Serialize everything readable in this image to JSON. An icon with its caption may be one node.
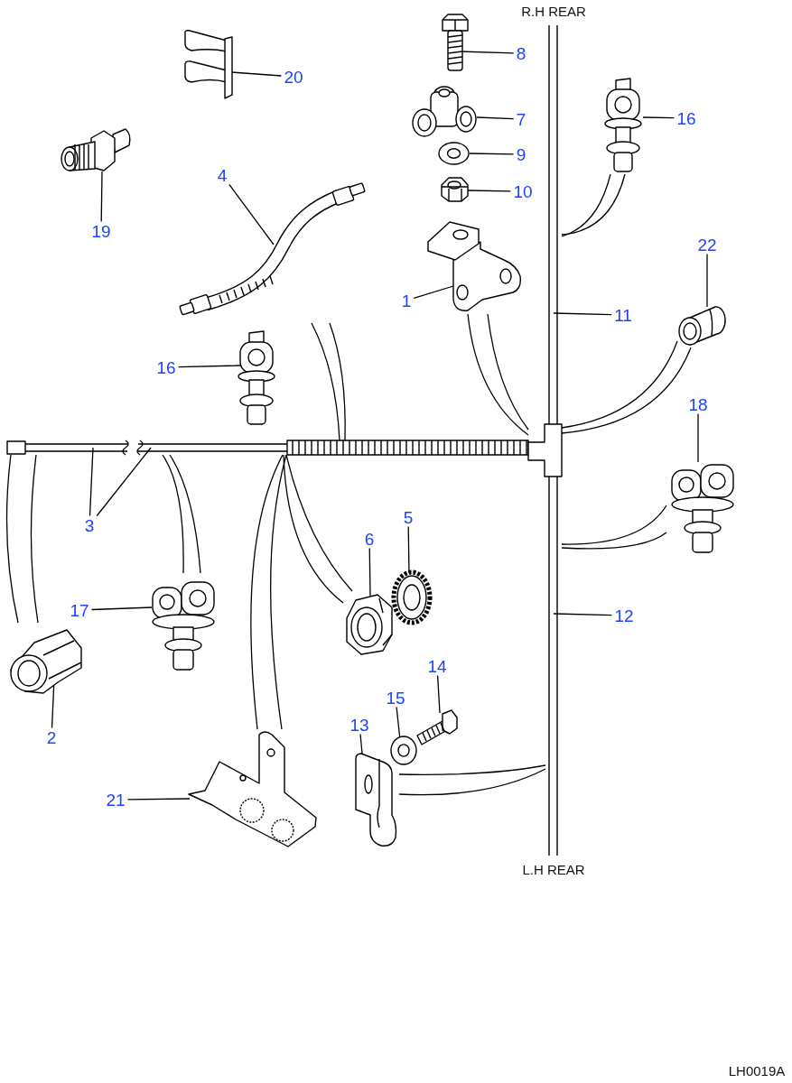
{
  "diagram": {
    "nodes": [
      {
        "text": [
          "8"
        ]
      },
      {
        "text": [],
        "shape": "picture"
      },
      {
        "text": [
          "20"
        ]
      },
      {
        "text": [],
        "shape": "picture"
      },
      {
        "text": [
          "7"
        ]
      },
      {
        "text": [],
        "shape": "picture"
      },
      {
        "text": [
          "16"
        ]
      },
      {
        "text": [],
        "shape": "picture"
      },
      {
        "text": [
          "9"
        ]
      },
      {
        "text": [],
        "shape": "picture"
      },
      {
        "text": [
          "10"
        ]
      },
      {
        "text": [],
        "shape": "picture"
      },
      {
        "text": [
          "19"
        ]
      },
      {
        "text": [],
        "shape": "picture"
      },
      {
        "text": [
          "4"
        ]
      },
      {
        "text": [],
        "shape": "picture"
      },
      {
        "text": [
          "22"
        ]
      },
      {
        "text": [],
        "shape": "picture"
      },
      {
        "text": [
          "1"
        ]
      },
      {
        "text": [],
        "shape": "picture"
      },
      {
        "text": [
          "11"
        ]
      },
      {
        "text": [],
        "shape": "picture",
        "beside": [
          "R.H REAR"
        ]
      },
      {
        "text": [
          "16"
        ]
      },
      {
        "text": [],
        "shape": "picture"
      },
      {
        "text": [
          "18"
        ]
      },
      {
        "text": [],
        "shape": "picture"
      },
      {
        "text": [
          "3"
        ]
      },
      {
        "text": [],
        "shape": "picture"
      },
      {
        "text": [
          "5"
        ]
      },
      {
        "text": [],
        "shape": "picture"
      },
      {
        "text": [
          "6"
        ]
      },
      {
        "text": [],
        "shape": "picture"
      },
      {
        "text": [
          "17"
        ]
      },
      {
        "text": [],
        "shape": "picture"
      },
      {
        "text": [
          "12"
        ]
      },
      {
        "text": [],
        "shape": "picture",
        "beside": [
          "L.H REAR"
        ]
      },
      {
        "text": [
          "14"
        ]
      },
      {
        "text": [],
        "shape": "picture"
      },
      {
        "text": [
          "15"
        ]
      },
      {
        "text": [],
        "shape": "picture"
      },
      {
        "text": [
          "2"
        ]
      },
      {
        "text": [],
        "shape": "picture"
      },
      {
        "text": [
          "13"
        ]
      },
      {
        "text": [],
        "shape": "picture"
      },
      {
        "text": [
          "21"
        ]
      },
      {
        "text": [],
        "shape": "picture"
      },
      {
        "text": [],
        "shape": "picture"
      }
    ],
    "edges": [
      {
        "from": 0,
        "to": 1,
        "arrow": "none"
      },
      {
        "from": 2,
        "to": 3,
        "arrow": "none"
      },
      {
        "from": 4,
        "to": 5,
        "arrow": "none"
      },
      {
        "from": 6,
        "to": 7,
        "arrow": "none"
      },
      {
        "from": 8,
        "to": 9,
        "arrow": "none"
      },
      {
        "from": 10,
        "to": 11,
        "arrow": "none"
      },
      {
        "from": 12,
        "to": 13,
        "arrow": "none"
      },
      {
        "from": 14,
        "to": 15,
        "arrow": "none"
      },
      {
        "from": 16,
        "to": 17,
        "arrow": "none"
      },
      {
        "from": 18,
        "to": 19,
        "arrow": "none"
      },
      {
        "from": 20,
        "to": 21,
        "arrow": "none"
      },
      {
        "from": 22,
        "to": 23,
        "arrow": "none"
      },
      {
        "from": 24,
        "to": 25,
        "arrow": "none"
      },
      {
        "from": 26,
        "to": 27,
        "arrow": "none"
      },
      {
        "from": 26,
        "to": 27,
        "arrow": "none"
      },
      {
        "from": 28,
        "to": 29,
        "arrow": "none"
      },
      {
        "from": 30,
        "to": 31,
        "arrow": "none"
      },
      {
        "from": 32,
        "to": 33,
        "arrow": "none"
      },
      {
        "from": 34,
        "to": 35,
        "arrow": "none"
      },
      {
        "from": 36,
        "to": 37,
        "arrow": "none"
      },
      {
        "from": 38,
        "to": 39,
        "arrow": "none"
      },
      {
        "from": 40,
        "to": 41,
        "arrow": "none"
      },
      {
        "from": 42,
        "to": 43,
        "arrow": "none"
      },
      {
        "from": 44,
        "to": 45,
        "arrow": "none"
      },
      {
        "from": 41,
        "to": 27,
        "arrow": "none"
      },
      {
        "from": 41,
        "to": 27,
        "arrow": "none"
      },
      {
        "from": 33,
        "to": 27,
        "arrow": "none"
      },
      {
        "from": 33,
        "to": 27,
        "arrow": "none"
      },
      {
        "from": 15,
        "to": 27,
        "arrow": "none"
      },
      {
        "from": 15,
        "to": 27,
        "arrow": "none"
      },
      {
        "from": 45,
        "to": 27,
        "arrow": "none"
      },
      {
        "from": 45,
        "to": 27,
        "arrow": "none"
      },
      {
        "from": 31,
        "to": 27,
        "arrow": "none"
      },
      {
        "from": 31,
        "to": 27,
        "arrow": "none"
      },
      {
        "from": 19,
        "to": 46,
        "arrow": "none"
      },
      {
        "from": 19,
        "to": 46,
        "arrow": "none"
      },
      {
        "from": 17,
        "to": 46,
        "arrow": "none"
      },
      {
        "from": 17,
        "to": 46,
        "arrow": "none"
      },
      {
        "from": 7,
        "to": 21,
        "arrow": "none"
      },
      {
        "from": 7,
        "to": 21,
        "arrow": "none"
      },
      {
        "from": 25,
        "to": 35,
        "arrow": "none"
      },
      {
        "from": 25,
        "to": 35,
        "arrow": "none"
      },
      {
        "from": 43,
        "to": 35,
        "arrow": "none"
      },
      {
        "from": 43,
        "to": 35,
        "arrow": "none"
      }
    ],
    "labels": [
      "LH0019A"
    ]
  }
}
